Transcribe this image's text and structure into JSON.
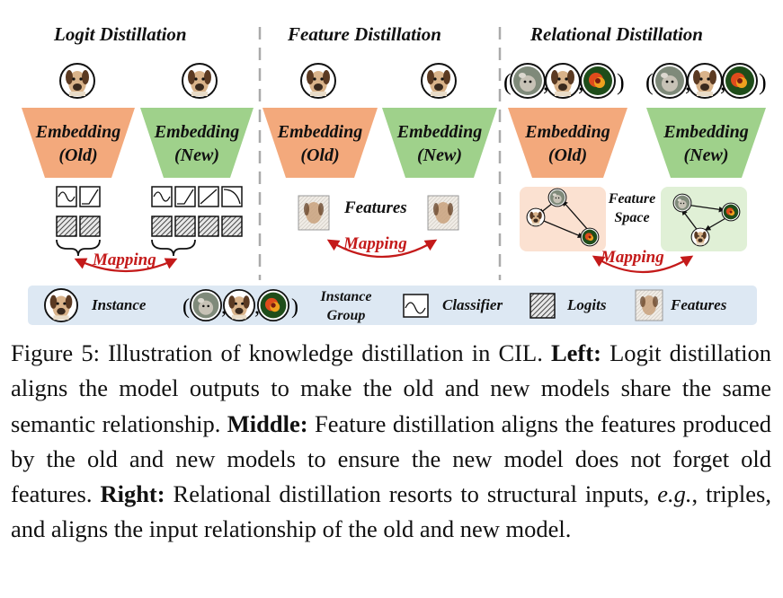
{
  "figure": {
    "titles": {
      "logit": "Logit Distillation",
      "feature": "Feature Distillation",
      "relational": "Relational Distillation"
    },
    "embedding": {
      "word": "Embedding",
      "old": "(Old)",
      "new": "(New)"
    },
    "mapping_label": "Mapping",
    "features_label": "Features",
    "feature_space": {
      "line1": "Feature",
      "line2": "Space"
    },
    "colors": {
      "old_embedding": "#f3a97c",
      "new_embedding": "#9fd18b",
      "old_space": "#fbe1d1",
      "new_space": "#e0f0d6",
      "mapping_arrow": "#c41a1a",
      "legend_bg": "#dde8f3"
    },
    "icons": [
      "dog-instance-icon",
      "cat-instance-icon",
      "flower-instance-icon",
      "classifier-icon",
      "logits-icon",
      "features-icon"
    ]
  },
  "legend": {
    "instance": "Instance",
    "instance_group_1": "Instance",
    "instance_group_2": "Group",
    "classifier": "Classifier",
    "logits": "Logits",
    "features": "Features"
  },
  "caption": {
    "p1": "Figure 5: Illustration of knowledge distillation in CIL. ",
    "left_label": "Left:",
    "p2": " Logit distillation aligns the model outputs to make the old and new models share the same semantic relationship. ",
    "middle_label": "Middle:",
    "p3": " Feature distillation aligns the features produced by the old and new models to ensure the new model does not forget old features. ",
    "right_label": "Right:",
    "p4": " Relational distillation resorts to structural inputs, ",
    "eg": "e.g.",
    "p5": ", triples, and aligns the input relationship of the old and new model."
  }
}
